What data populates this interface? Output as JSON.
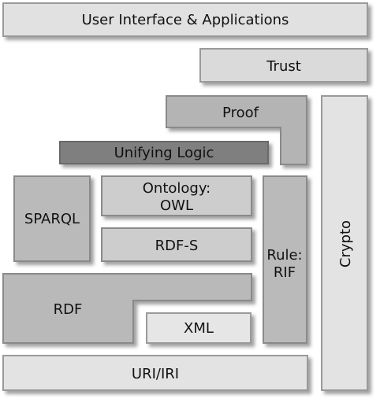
{
  "layers": {
    "ui_apps": "User Interface & Applications",
    "trust": "Trust",
    "proof": "Proof",
    "unifying_logic": "Unifying Logic",
    "ontology_l1": "Ontology:",
    "ontology_l2": "OWL",
    "sparql": "SPARQL",
    "rdfs": "RDF-S",
    "rule_l1": "Rule:",
    "rule_l2": "RIF",
    "crypto": "Crypto",
    "rdf": "RDF",
    "xml": "XML",
    "uri_iri": "URI/IRI"
  },
  "colors": {
    "top_fill": "#dcdcdc",
    "mid_fill": "#c8c8c8",
    "dark_fill": "#a9a9a9",
    "light_fill": "#e6e6e6",
    "stroke": "#9a9a9a",
    "shadow": "#6a6a6a"
  }
}
